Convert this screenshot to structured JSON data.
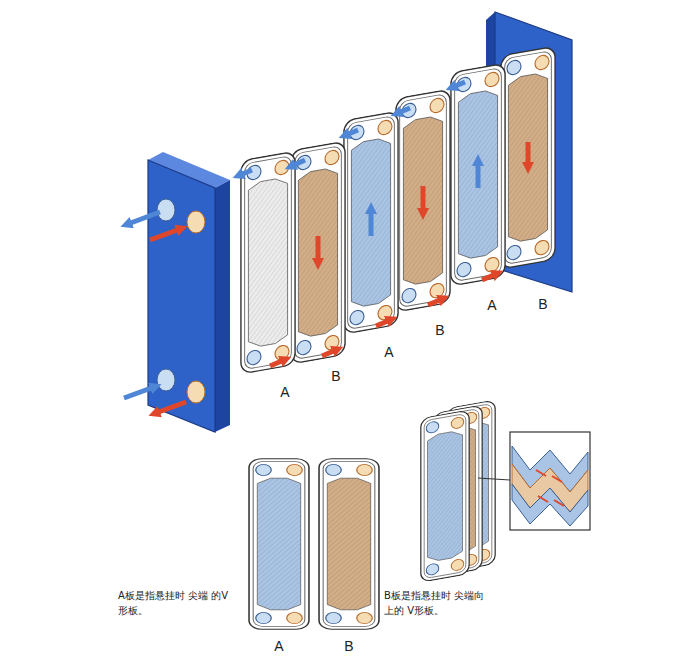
{
  "diagram": {
    "labels": [
      "A",
      "B",
      "A",
      "B",
      "A",
      "B",
      "A",
      "B",
      "A板是指悬挂时 尖端 的V形板。",
      "B板是指悬挂时 尖端向 上的 V形板。"
    ]
  }
}
